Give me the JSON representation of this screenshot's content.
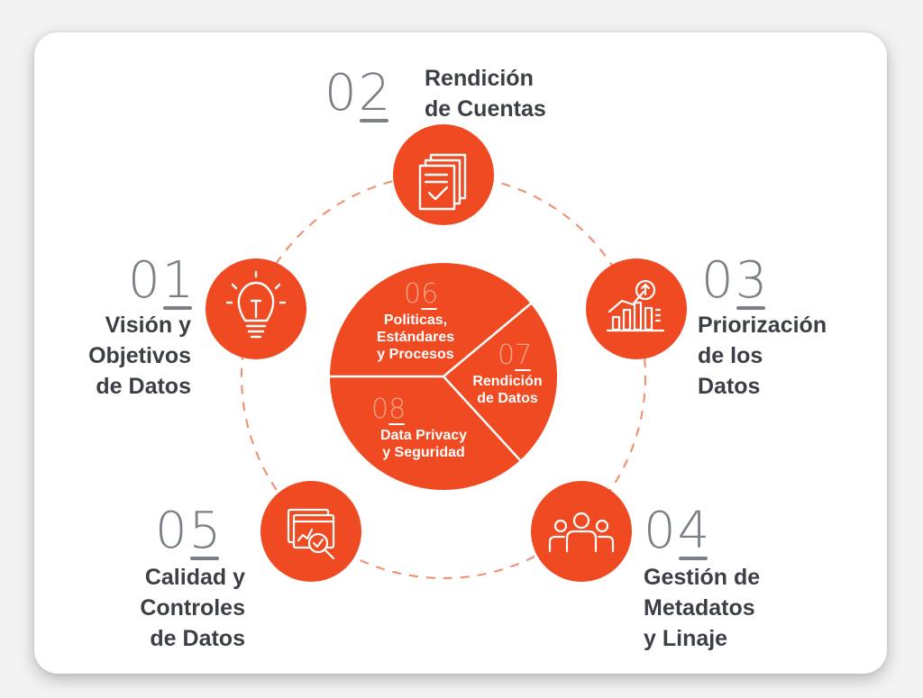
{
  "colors": {
    "accent": "#f04a23",
    "text": "#3c3f45",
    "number": "#7b7f86"
  },
  "steps": [
    {
      "num": "01",
      "lines": [
        "Visión y",
        "Objetivos",
        "de Datos"
      ],
      "icon": "lightbulb-icon"
    },
    {
      "num": "02",
      "lines": [
        "Rendición",
        "de Cuentas"
      ],
      "icon": "documents-check-icon"
    },
    {
      "num": "03",
      "lines": [
        "Priorización",
        "de los",
        "Datos"
      ],
      "icon": "growth-chart-icon"
    },
    {
      "num": "04",
      "lines": [
        "Gestión de",
        "Metadatos",
        "y Linaje"
      ],
      "icon": "team-icon"
    },
    {
      "num": "05",
      "lines": [
        "Calidad y",
        "Controles",
        "de Datos"
      ],
      "icon": "data-inspection-icon"
    }
  ],
  "center": [
    {
      "num": "06",
      "lines": [
        "Politicas,",
        "Estándares",
        "y Procesos"
      ]
    },
    {
      "num": "07",
      "lines": [
        "Rendición",
        "de Datos"
      ]
    },
    {
      "num": "08",
      "lines": [
        "Data Privacy",
        "y Seguridad"
      ]
    }
  ]
}
